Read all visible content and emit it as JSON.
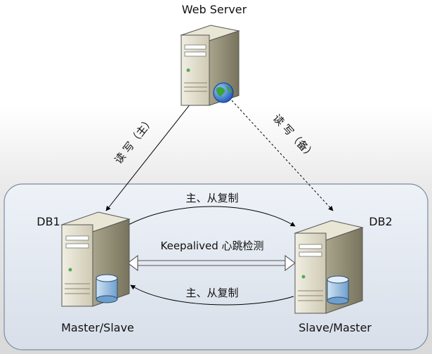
{
  "nodes": {
    "web_server": {
      "label": "Web Server"
    },
    "db1": {
      "label": "DB1",
      "role": "Master/Slave"
    },
    "db2": {
      "label": "DB2",
      "role": "Slave/Master"
    }
  },
  "edges": {
    "web_to_db1": "读 写（主）",
    "web_to_db2": "读 写（备）",
    "replication_top": "主、从复制",
    "heartbeat": "Keepalived 心跳检测",
    "replication_bottom": "主、从复制"
  },
  "colors": {
    "server_body": "#dcd8c4",
    "server_dark": "#8a856c",
    "cluster_box": "#dfe6f0",
    "cluster_border": "#7c8aa0",
    "globe": "#2f6fd6",
    "disk": "#9ec4e8"
  }
}
